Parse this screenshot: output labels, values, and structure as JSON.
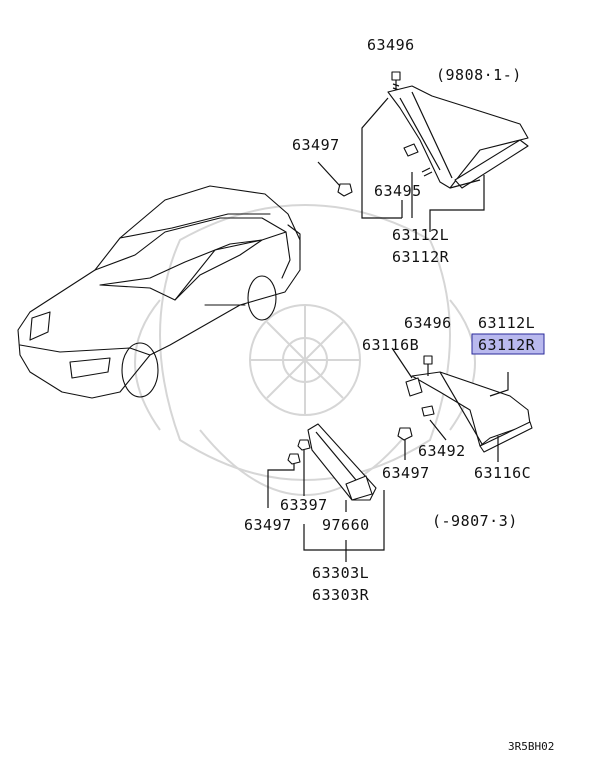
{
  "labels": {
    "p63496_top": "63496",
    "date_top": "(9808·1-)",
    "p63497_top": "63497",
    "p63495": "63495",
    "p63112L_top": "63112L",
    "p63112R_top": "63112R",
    "p63496_mid": "63496",
    "p63112L_mid": "63112L",
    "p63112R_mid": "63112R",
    "p63116B": "63116B",
    "p63492": "63492",
    "p63497_mid": "63497",
    "p63116C": "63116C",
    "p63397": "63397",
    "p63497_low": "63497",
    "p97660": "97660",
    "date_bottom": "(-9807·3)",
    "p63303L": "63303L",
    "p63303R": "63303R",
    "diagram_code": "3R5BH02"
  },
  "highlight_color": "#b9b9ee"
}
